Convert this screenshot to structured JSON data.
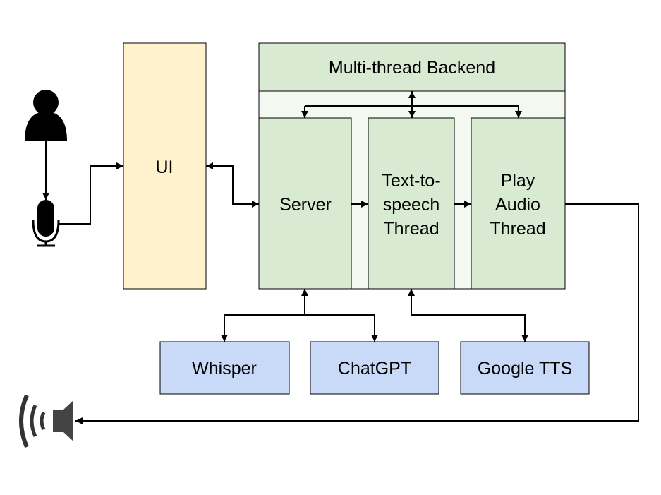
{
  "colors": {
    "ui_fill": "#fff2cc",
    "backend_fill": "#d9ead3",
    "backend_inner": "#f3f8f1",
    "service_fill": "#c9daf8",
    "stroke": "#000000"
  },
  "icons": {
    "user": "person-icon",
    "microphone": "microphone-icon",
    "speaker": "speaker-icon"
  },
  "nodes": {
    "ui": "UI",
    "backend": "Multi-thread Backend",
    "server": "Server",
    "tts_thread": [
      "Text-to-",
      "speech",
      "Thread"
    ],
    "play_thread": [
      "Play",
      "Audio",
      "Thread"
    ],
    "whisper": "Whisper",
    "chatgpt": "ChatGPT",
    "google_tts": "Google TTS"
  }
}
